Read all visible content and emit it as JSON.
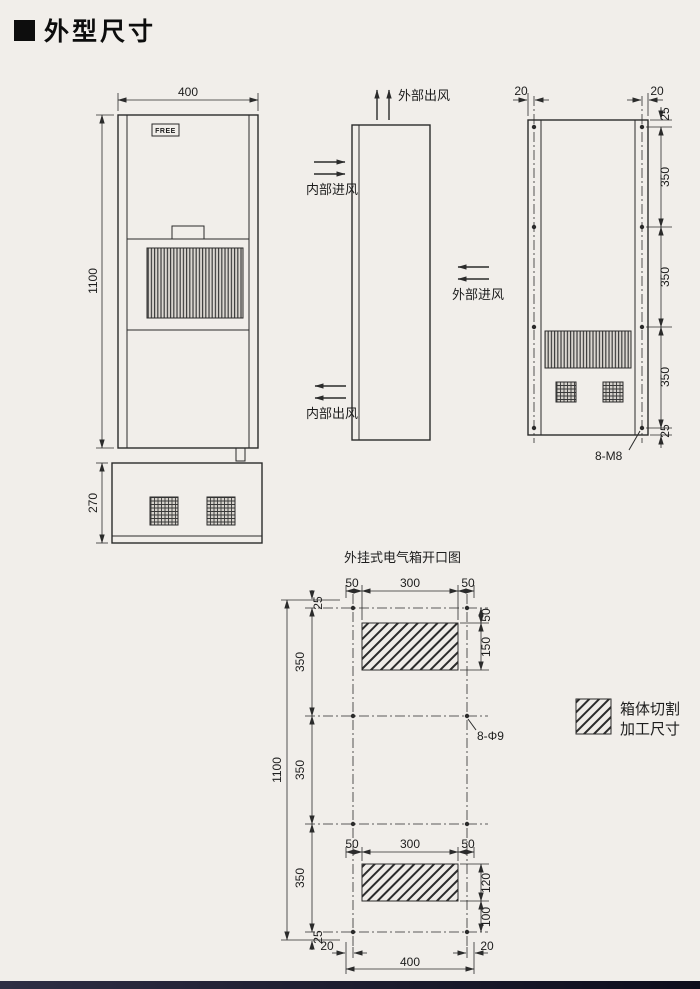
{
  "page": {
    "title": "外型尺寸"
  },
  "front_view": {
    "dim_width": "400",
    "dim_height": "1100",
    "badge": "FREE"
  },
  "bottom_view": {
    "dim_depth": "270"
  },
  "side_view": {
    "label_top": "外部出风",
    "label_left_top": "内部进风",
    "label_right": "外部进风",
    "label_left_bottom": "内部出风"
  },
  "rear_view": {
    "dim_20_left": "20",
    "dim_20_right": "20",
    "dim_25_top": "25",
    "dim_350_a": "350",
    "dim_350_b": "350",
    "dim_350_c": "350",
    "dim_25_bottom": "25",
    "label_bolts": "8-M8"
  },
  "opening": {
    "title": "外挂式电气箱开口图",
    "dim_top_50_left": "50",
    "dim_top_300": "300",
    "dim_top_50_right": "50",
    "dim_right_50": "50",
    "dim_right_150": "150",
    "dim_left_25_top": "25",
    "dim_left_350_a": "350",
    "dim_left_350_b": "350",
    "dim_left_350_c": "350",
    "dim_left_25_bottom": "25",
    "dim_left_1100": "1100",
    "label_holes": "8-Φ9",
    "dim_bot_50_left": "50",
    "dim_bot_300": "300",
    "dim_bot_50_right": "50",
    "dim_right_120": "120",
    "dim_right_100": "100",
    "dim_bottom_20_left": "20",
    "dim_bottom_20_right": "20",
    "dim_bottom_400": "400"
  },
  "legend": {
    "line1": "箱体切割",
    "line2": "加工尺寸"
  }
}
